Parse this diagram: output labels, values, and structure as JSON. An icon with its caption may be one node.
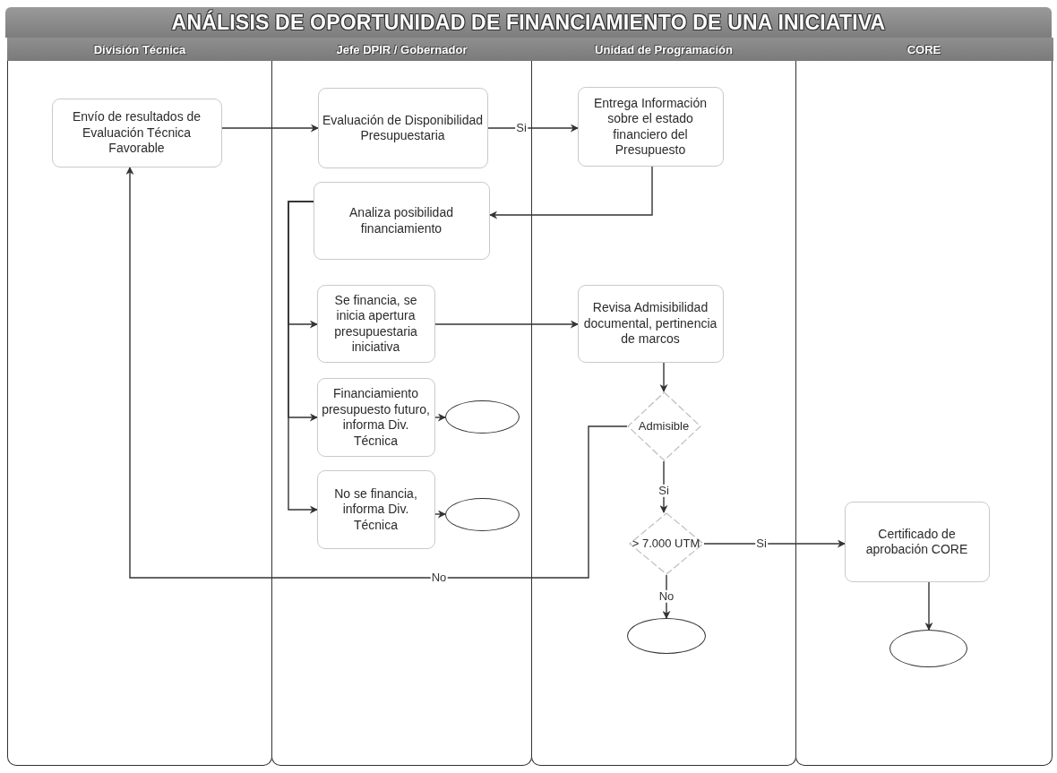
{
  "diagram": {
    "title": "ANÁLISIS DE OPORTUNIDAD DE FINANCIAMIENTO DE UNA INICIATIVA",
    "nodes": [
      {
        "text": [
          "División Técnica"
        ]
      },
      {
        "text": [
          "Jefe DPIR / Gobernador"
        ]
      },
      {
        "text": [
          "Unidad de Programación"
        ]
      },
      {
        "text": [
          "CORE"
        ]
      },
      {
        "text": [
          "Envío de resultados de Evaluación Técnica Favorable"
        ],
        "in": 0
      },
      {
        "text": [
          "Evaluación de Disponibilidad Presupuestaria"
        ],
        "in": 1
      },
      {
        "text": [
          "Entrega Información sobre el estado financiero del Presupuesto"
        ],
        "in": 2
      },
      {
        "text": [
          "Analiza posibilidad financiamiento"
        ],
        "in": 1
      },
      {
        "text": [
          "Se financia, se inicia apertura presupuestaria iniciativa"
        ],
        "in": 1
      },
      {
        "text": [
          "Revisa Admisibilidad documental, pertinencia de marcos"
        ],
        "in": 2
      },
      {
        "text": [
          "Financiamiento presupuesto futuro, informa Div. Técnica"
        ],
        "in": 1
      },
      {
        "text": [],
        "shape": "oval",
        "in": 1
      },
      {
        "text": [
          "Admisible"
        ],
        "in": 2
      },
      {
        "text": [
          "No se financia, informa Div. Técnica"
        ],
        "in": 1
      },
      {
        "text": [],
        "shape": "oval",
        "in": 1
      },
      {
        "text": [
          "> 7.000 UTM"
        ],
        "in": 2
      },
      {
        "text": [
          "Certificado de aprobación CORE"
        ],
        "in": 3
      },
      {
        "text": [],
        "shape": "oval",
        "in": 2
      },
      {
        "text": [],
        "shape": "oval",
        "in": 3
      }
    ],
    "edges": [
      {
        "from": 4,
        "to": 5,
        "arrow": "to"
      },
      {
        "from": 5,
        "to": 6,
        "arrow": "to",
        "label": "Si"
      },
      {
        "from": 6,
        "to": 7,
        "arrow": "to"
      },
      {
        "from": 7,
        "to": 8,
        "arrow": "to"
      },
      {
        "from": 7,
        "to": 10,
        "arrow": "to"
      },
      {
        "from": 7,
        "to": 13,
        "arrow": "to"
      },
      {
        "from": 8,
        "to": 9,
        "arrow": "to"
      },
      {
        "from": 9,
        "to": 12,
        "arrow": "to"
      },
      {
        "from": 10,
        "to": 11,
        "arrow": "to"
      },
      {
        "from": 13,
        "to": 14,
        "arrow": "to"
      },
      {
        "from": 12,
        "to": 15,
        "arrow": "to",
        "label": "Si"
      },
      {
        "from": 12,
        "to": 4,
        "arrow": "to",
        "label": "No"
      },
      {
        "from": 15,
        "to": 16,
        "arrow": "to",
        "label": "Si"
      },
      {
        "from": 15,
        "to": 17,
        "arrow": "to",
        "label": "No"
      },
      {
        "from": 16,
        "to": 18,
        "arrow": "to"
      }
    ]
  }
}
